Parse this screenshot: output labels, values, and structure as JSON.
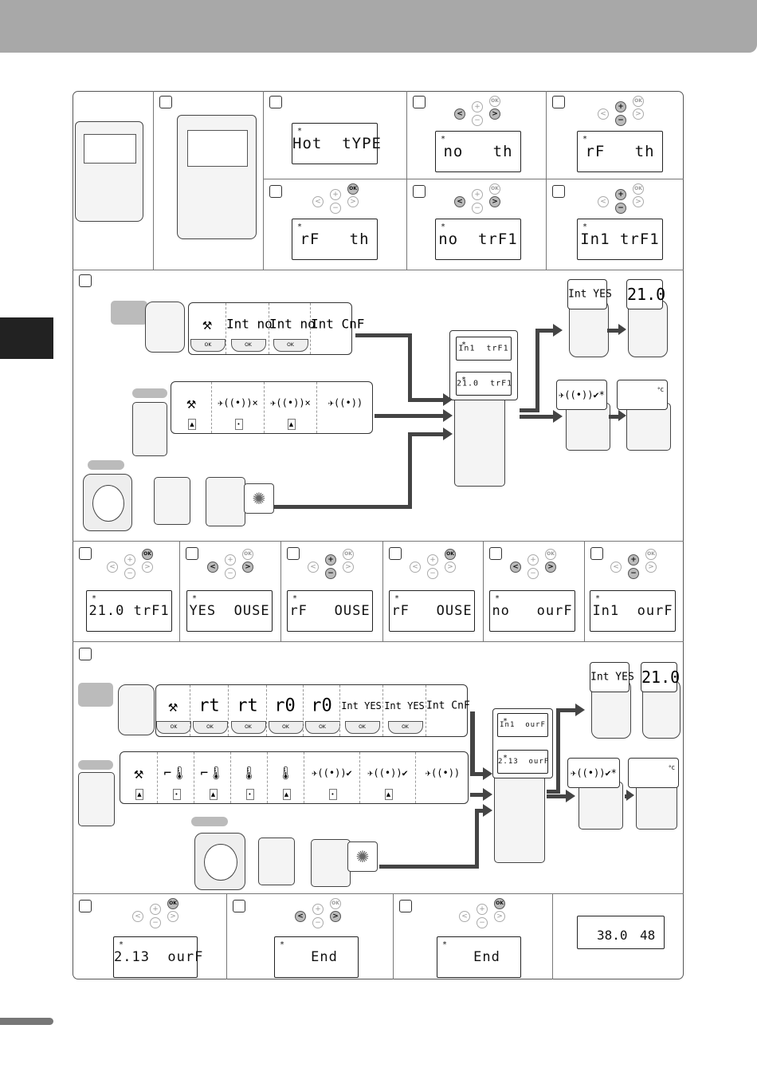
{
  "row1": {
    "panel2": {
      "display": "Hot  tYPE"
    },
    "panel3": {
      "display": "no   th"
    },
    "panel4": {
      "display": "rF   th"
    },
    "panel5": {
      "display": "rF   th"
    },
    "panel6": {
      "display": "no  trF1"
    },
    "panel7": {
      "display": "In1 trF1"
    }
  },
  "section2": {
    "strip1": [
      "Int no",
      "Int no",
      "Int CnF"
    ],
    "center_screens": [
      "In1  trF1",
      "21.0  trF1"
    ],
    "bubble_int_yes": "Int YES",
    "bubble_temp": "21.0",
    "unit": "°C"
  },
  "row3": [
    "21.0 trF1",
    "YES  OUSE",
    "rF   OUSE",
    "rF   OUSE",
    "no   ourF",
    "In1  ourF"
  ],
  "section4": {
    "strip1": [
      "rt",
      "rt",
      "r0",
      "r0",
      "Int YES",
      "Int YES",
      "Int CnF"
    ],
    "center_screens": [
      "In1  ourF",
      "2.13  ourF"
    ],
    "bubble_int_yes": "Int YES",
    "bubble_temp": "21.0",
    "unit": "°C"
  },
  "row5": {
    "panel1": "2.13  ourF",
    "panel2": "End",
    "panel3": "End",
    "final_left": "38.0",
    "final_right": "48"
  },
  "buttons": {
    "ok": "OK",
    "plus": "+",
    "minus": "−",
    "left": "<",
    "right": ">"
  }
}
